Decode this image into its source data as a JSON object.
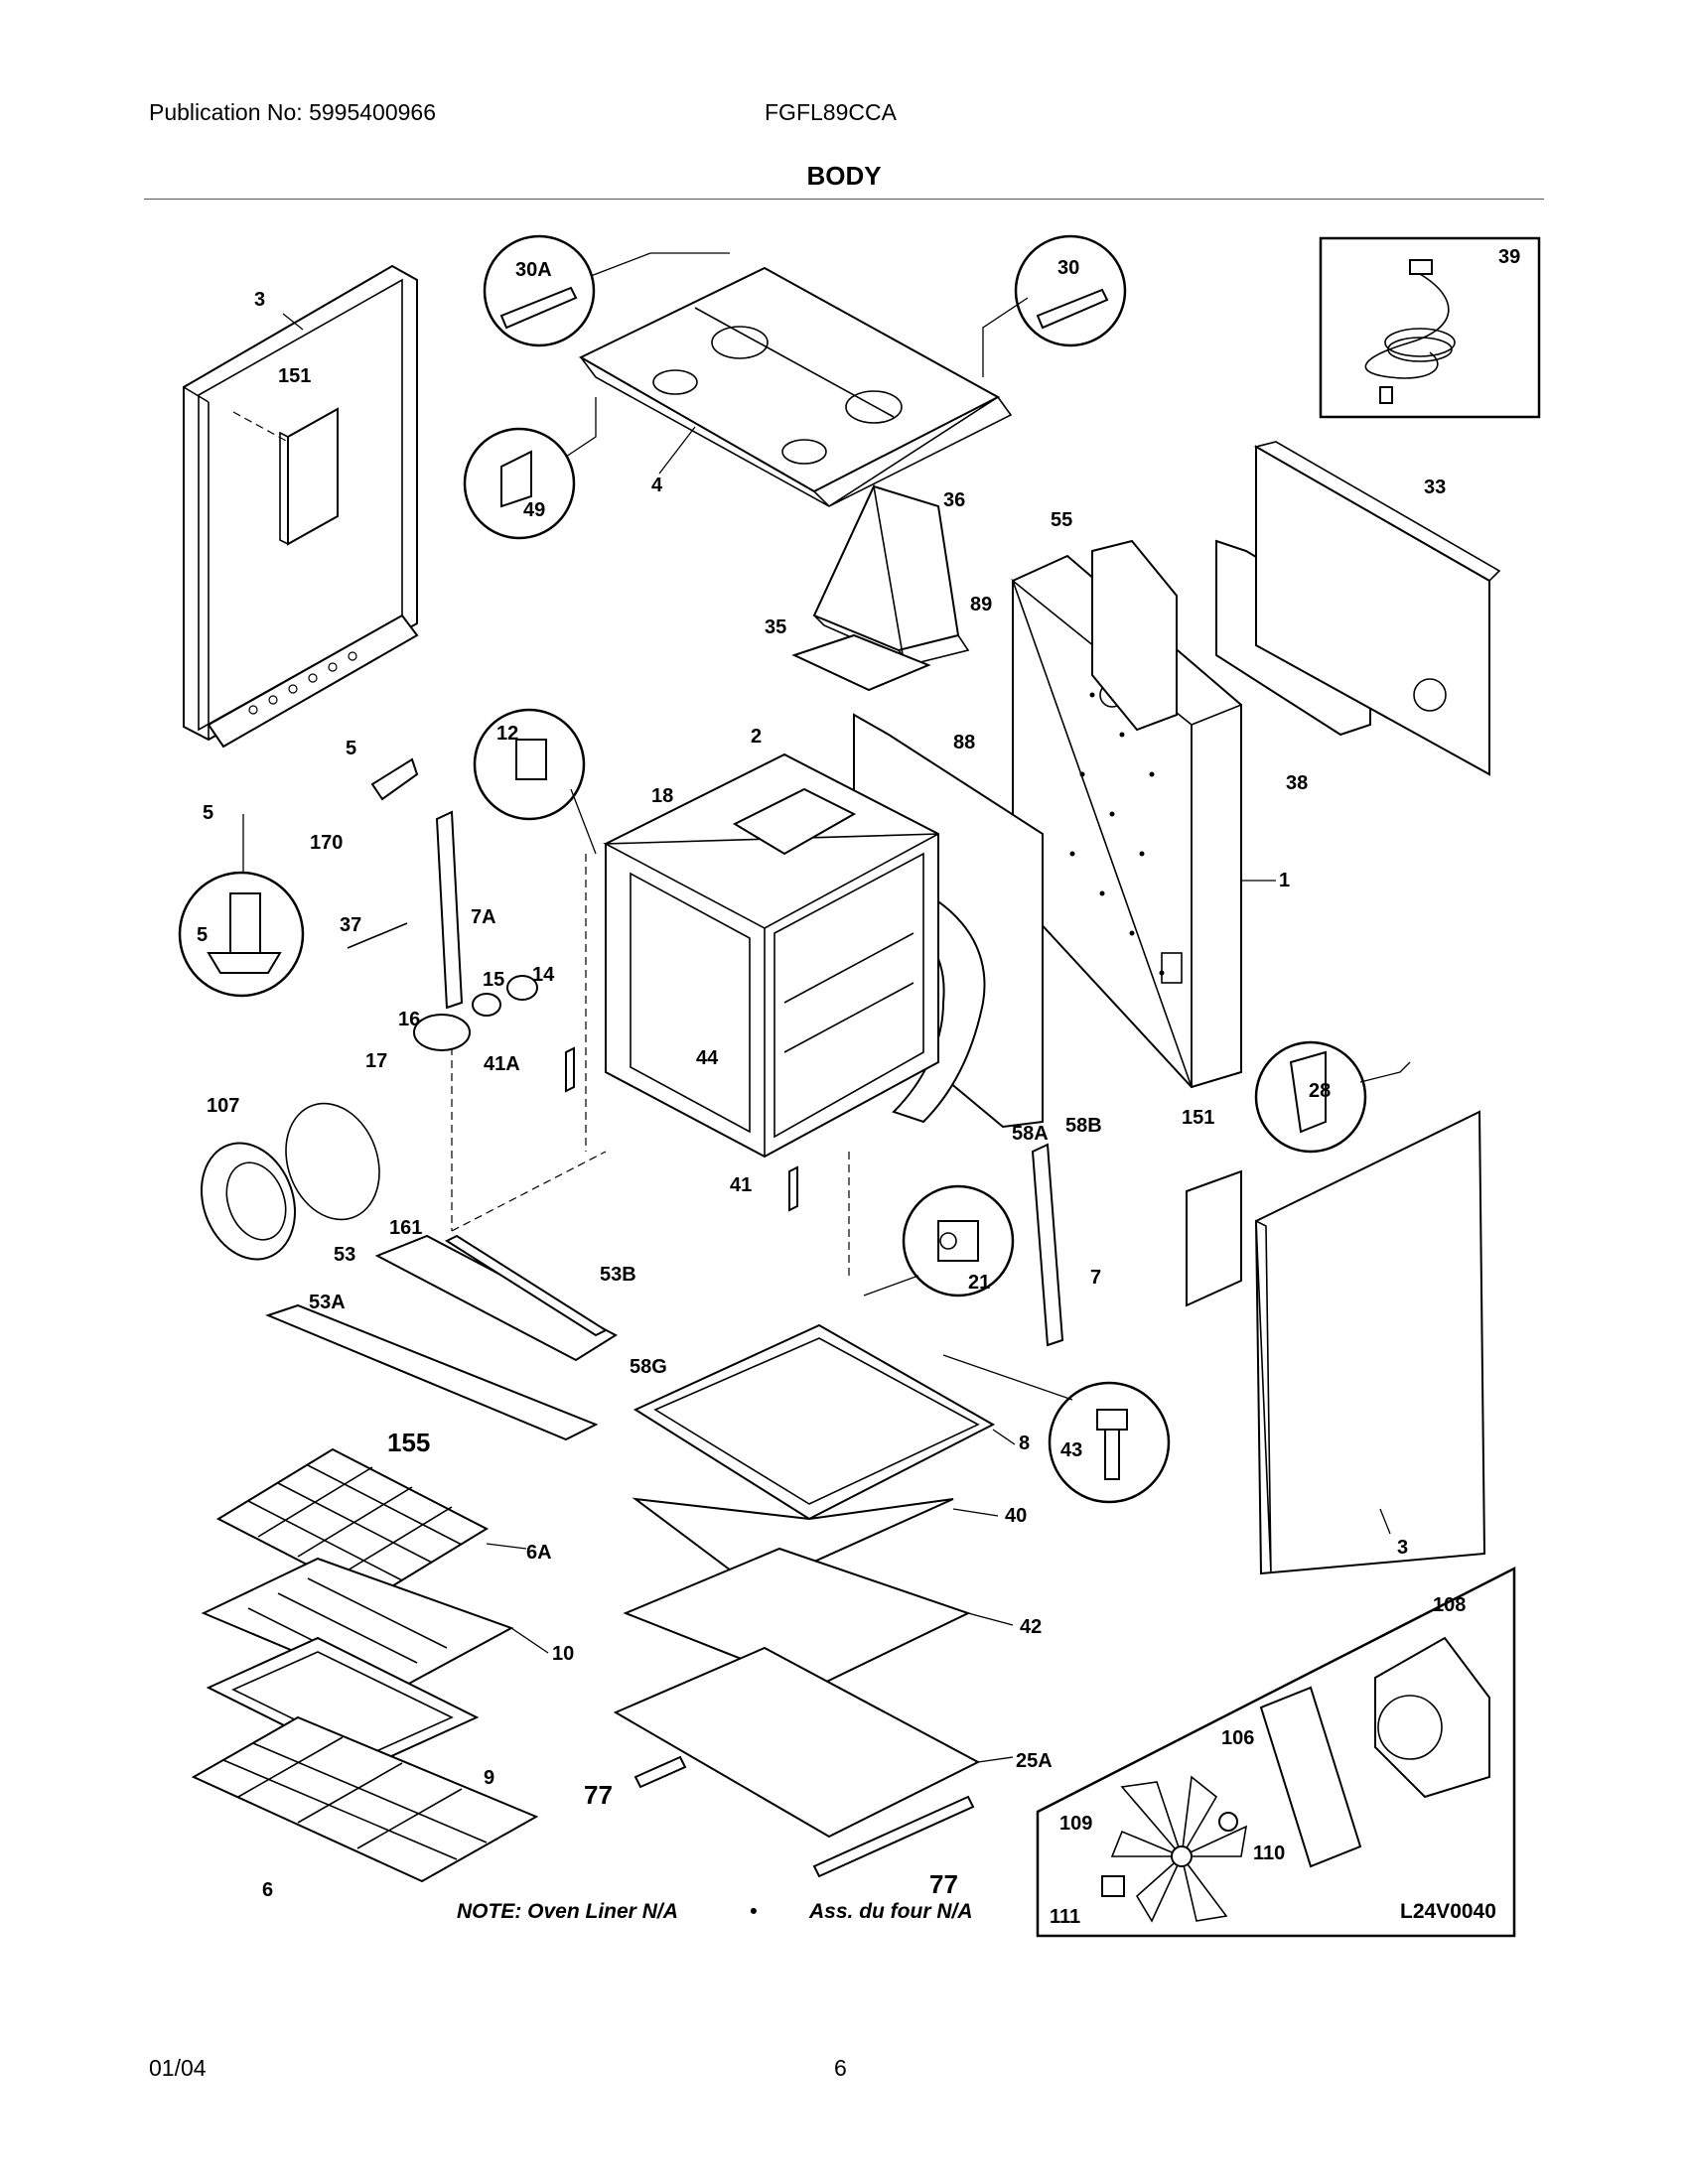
{
  "header": {
    "publication": "Publication No: 5995400966",
    "model": "FGFL89CCA",
    "title": "BODY"
  },
  "parts": [
    {
      "id": "p30A",
      "label": "30A"
    },
    {
      "id": "p30",
      "label": "30"
    },
    {
      "id": "p39",
      "label": "39"
    },
    {
      "id": "p3a",
      "label": "3"
    },
    {
      "id": "p151a",
      "label": "151"
    },
    {
      "id": "p4",
      "label": "4"
    },
    {
      "id": "p49",
      "label": "49"
    },
    {
      "id": "p36",
      "label": "36"
    },
    {
      "id": "p55",
      "label": "55"
    },
    {
      "id": "p33",
      "label": "33"
    },
    {
      "id": "p89",
      "label": "89"
    },
    {
      "id": "p35",
      "label": "35"
    },
    {
      "id": "p88",
      "label": "88"
    },
    {
      "id": "p38",
      "label": "38"
    },
    {
      "id": "p5a",
      "label": "5"
    },
    {
      "id": "p5b",
      "label": "5"
    },
    {
      "id": "p12",
      "label": "12"
    },
    {
      "id": "p2",
      "label": "2"
    },
    {
      "id": "p18",
      "label": "18"
    },
    {
      "id": "p170",
      "label": "170"
    },
    {
      "id": "p1",
      "label": "1"
    },
    {
      "id": "p5c",
      "label": "5"
    },
    {
      "id": "p37",
      "label": "37"
    },
    {
      "id": "p7A",
      "label": "7A"
    },
    {
      "id": "p15",
      "label": "15"
    },
    {
      "id": "p14",
      "label": "14"
    },
    {
      "id": "p16",
      "label": "16"
    },
    {
      "id": "p17",
      "label": "17"
    },
    {
      "id": "p44",
      "label": "44"
    },
    {
      "id": "p41A",
      "label": "41A"
    },
    {
      "id": "p107",
      "label": "107"
    },
    {
      "id": "p58A",
      "label": "58A"
    },
    {
      "id": "p58B",
      "label": "58B"
    },
    {
      "id": "p28",
      "label": "28"
    },
    {
      "id": "p151b",
      "label": "151"
    },
    {
      "id": "p41",
      "label": "41"
    },
    {
      "id": "p161",
      "label": "161"
    },
    {
      "id": "p53",
      "label": "53"
    },
    {
      "id": "p53B",
      "label": "53B"
    },
    {
      "id": "p21",
      "label": "21"
    },
    {
      "id": "p7",
      "label": "7"
    },
    {
      "id": "p53A",
      "label": "53A"
    },
    {
      "id": "p58G",
      "label": "58G"
    },
    {
      "id": "p155",
      "label": "155"
    },
    {
      "id": "p8",
      "label": "8"
    },
    {
      "id": "p43",
      "label": "43"
    },
    {
      "id": "p40",
      "label": "40"
    },
    {
      "id": "p6A",
      "label": "6A"
    },
    {
      "id": "p3b",
      "label": "3"
    },
    {
      "id": "p10",
      "label": "10"
    },
    {
      "id": "p42",
      "label": "42"
    },
    {
      "id": "p108",
      "label": "108"
    },
    {
      "id": "p106",
      "label": "106"
    },
    {
      "id": "p25A",
      "label": "25A"
    },
    {
      "id": "p9",
      "label": "9"
    },
    {
      "id": "p77a",
      "label": "77"
    },
    {
      "id": "p109",
      "label": "109"
    },
    {
      "id": "p110",
      "label": "110"
    },
    {
      "id": "p77b",
      "label": "77"
    },
    {
      "id": "p6",
      "label": "6"
    },
    {
      "id": "p111",
      "label": "111"
    }
  ],
  "note": {
    "english": "NOTE: Oven Liner N/A",
    "bullet": "•",
    "french": "Ass. du four N/A"
  },
  "diagram_code": "L24V0040",
  "footer": {
    "date": "01/04",
    "page": "6"
  }
}
